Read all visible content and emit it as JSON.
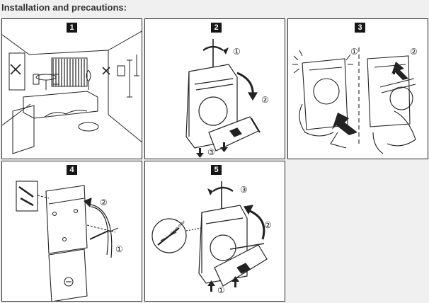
{
  "header": {
    "title": "Installation and precautions:"
  },
  "steps": [
    {
      "number": "1"
    },
    {
      "number": "2",
      "callouts": [
        "①",
        "②",
        "③"
      ]
    },
    {
      "number": "3",
      "callouts": [
        "①",
        "②"
      ]
    },
    {
      "number": "4",
      "callouts": [
        "②",
        "①"
      ]
    },
    {
      "number": "5",
      "callouts": [
        "③",
        "②",
        "①"
      ],
      "wire_label": "8mm max"
    }
  ],
  "icons": [
    "rotate-arrow-icon",
    "curved-arrow-icon",
    "down-arrow-icon",
    "up-arrow-icon",
    "screwdriver-icon"
  ]
}
